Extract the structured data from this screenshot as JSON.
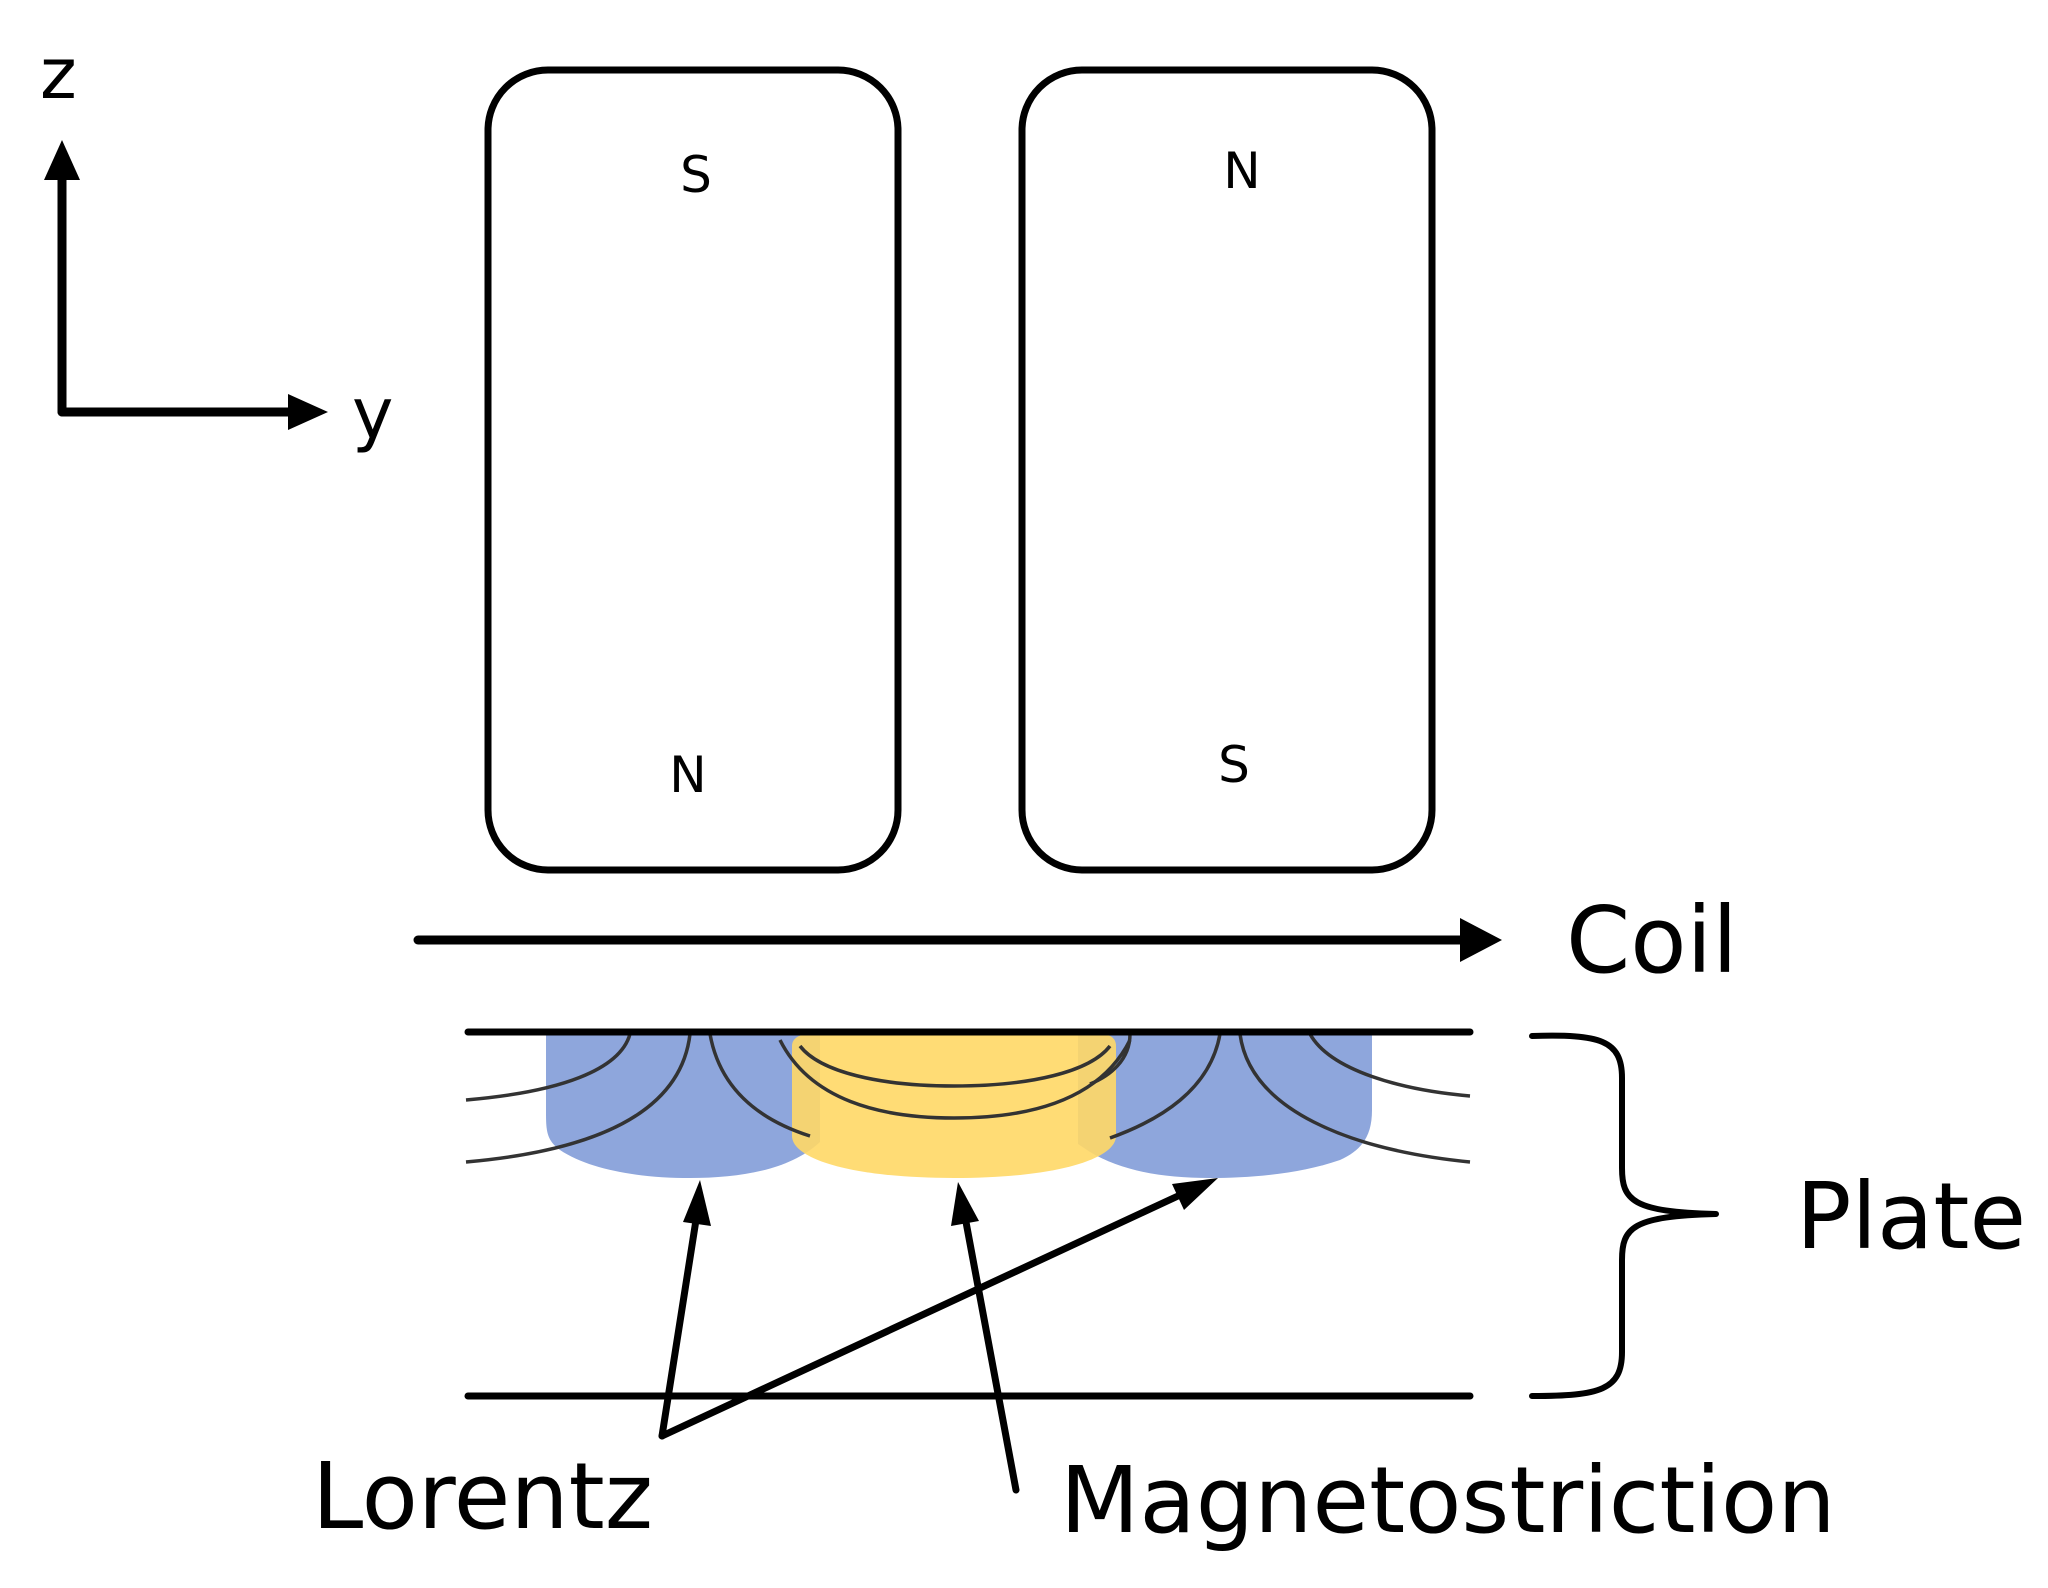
{
  "axes": {
    "z_label": "z",
    "y_label": "y"
  },
  "magnets": [
    {
      "top_pole": "S",
      "bottom_pole": "N"
    },
    {
      "top_pole": "N",
      "bottom_pole": "S"
    }
  ],
  "labels": {
    "coil": "Coil",
    "plate": "Plate",
    "lorentz": "Lorentz",
    "magnetostriction": "Magnetostriction"
  },
  "colors": {
    "lorentz_region": "#8ea6dc",
    "magnetostriction_region": "#ffd866",
    "line": "#000000",
    "field_line": "#333333"
  }
}
